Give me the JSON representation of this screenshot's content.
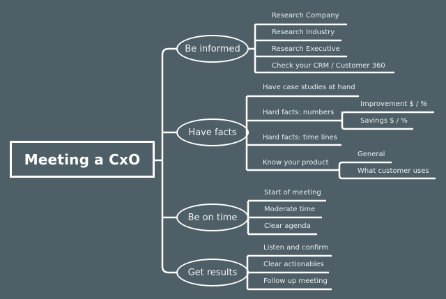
{
  "root": {
    "label": "Meeting a CxO"
  },
  "branches": [
    {
      "label": "Be informed",
      "children": [
        {
          "label": "Research Company"
        },
        {
          "label": "Research Industry"
        },
        {
          "label": "Research Executive"
        },
        {
          "label": "Check your CRM / Customer 360"
        }
      ]
    },
    {
      "label": "Have facts",
      "children": [
        {
          "label": "Have case studies at hand"
        },
        {
          "label": "Hard facts: numbers",
          "children": [
            {
              "label": "Improvement $ / %"
            },
            {
              "label": "Savings $ / %"
            }
          ]
        },
        {
          "label": "Hard facts: time lines"
        },
        {
          "label": "Know your product",
          "children": [
            {
              "label": "General"
            },
            {
              "label": "What customer uses"
            }
          ]
        }
      ]
    },
    {
      "label": "Be on time",
      "children": [
        {
          "label": "Start of meeting"
        },
        {
          "label": "Moderate time"
        },
        {
          "label": "Clear agenda"
        }
      ]
    },
    {
      "label": "Get results",
      "children": [
        {
          "label": "Listen and confirm"
        },
        {
          "label": "Clear actionables"
        },
        {
          "label": "Follow up meeting"
        }
      ]
    }
  ],
  "colors": {
    "background": "#4f5f67",
    "line": "#ffffff",
    "text": "#e8eef0"
  }
}
